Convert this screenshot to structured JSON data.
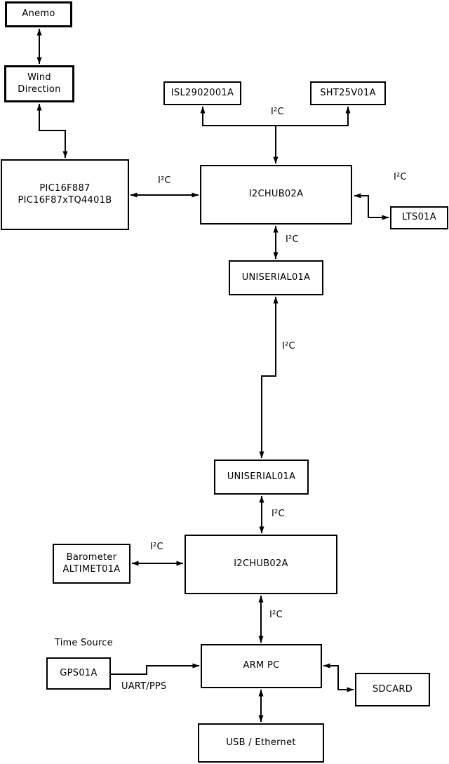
{
  "nodes": {
    "anemo": {
      "label": "Anemo"
    },
    "wind_direction": {
      "line1": "Wind",
      "line2": "Direction"
    },
    "pic": {
      "line1": "PIC16F887",
      "line2": "PIC16F87xTQ4401B"
    },
    "isl": {
      "label": "ISL2902001A"
    },
    "sht": {
      "label": "SHT25V01A"
    },
    "i2chub_top": {
      "label": "I2CHUB02A"
    },
    "lts": {
      "label": "LTS01A"
    },
    "uniserial_top": {
      "label": "UNISERIAL01A"
    },
    "uniserial_bottom": {
      "label": "UNISERIAL01A"
    },
    "barometer": {
      "line1": "Barometer",
      "line2": "ALTIMET01A"
    },
    "i2chub_bottom": {
      "label": "I2CHUB02A"
    },
    "gps": {
      "label": "GPS01A"
    },
    "arm_pc": {
      "label": "ARM PC"
    },
    "sdcard": {
      "label": "SDCARD"
    },
    "usb_ethernet": {
      "label": "USB / Ethernet"
    }
  },
  "edge_labels": {
    "i2c_sensor_bus": "I²C",
    "i2c_pic_hub": "I²C",
    "i2c_hub_lts": "I²C",
    "i2c_hub_uniserial": "I²C",
    "i2c_uniserial_link": "I²C",
    "i2c_uniserial_hub2": "I²C",
    "i2c_barometer_hub2": "I²C",
    "i2c_hub2_armpc": "I²C",
    "uart_pps": "UART/PPS",
    "time_source": "Time Source"
  },
  "colors": {
    "line": "#000000",
    "box_border": "#000000",
    "box_fill": "#ffffff",
    "background": "#ffffff",
    "text": "#000000"
  }
}
